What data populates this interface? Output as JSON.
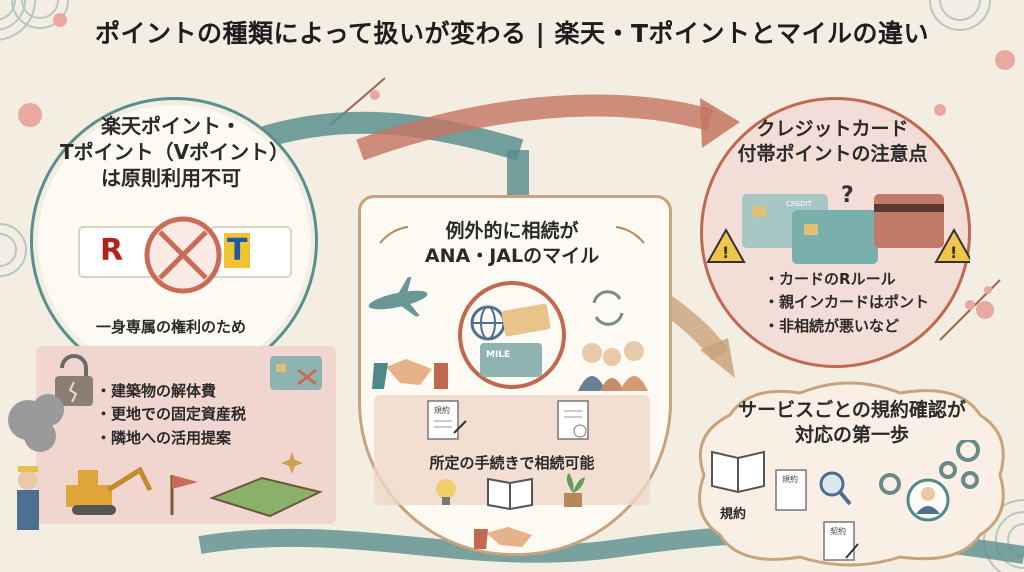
{
  "title": "ポイントの種類によって扱いが変わる | 楽天・Tポイントとマイルの違い",
  "left_panel": {
    "heading_line1": "楽天ポイント・",
    "heading_line2": "Tポイント（Vポイント）",
    "heading_line3": "は原則利用不可",
    "card_r_letter": "R",
    "card_t_letter": "T",
    "reason": "一身専属の権利のため",
    "bullets": [
      "建築物の解体費",
      "更地での固定資産税",
      "隣地への活用提案"
    ]
  },
  "center_panel": {
    "heading_line1": "例外的に相続が",
    "heading_line2": "ANA・JALのマイル",
    "mile_card": "MILE",
    "doc_label_left": "規約",
    "procedure": "所定の手続きで相続可能"
  },
  "right_top_panel": {
    "heading_line1": "クレジットカード",
    "heading_line2": "付帯ポイントの注意点",
    "card_text": "CREDIT",
    "bullets": [
      "カードのRルール",
      "親インカードはポント",
      "非相続が悪いなど"
    ]
  },
  "right_bottom_panel": {
    "heading_line1": "サービスごとの規約確認が",
    "heading_line2": "対応の第一歩",
    "book_label": "規約",
    "doc_label_1": "規約",
    "doc_label_2": "契約"
  },
  "colors": {
    "background": "#f4ede1",
    "teal": "#4e8a8a",
    "terracotta": "#c0694f",
    "gold": "#b5924f",
    "rose": "#f0d8d2"
  }
}
